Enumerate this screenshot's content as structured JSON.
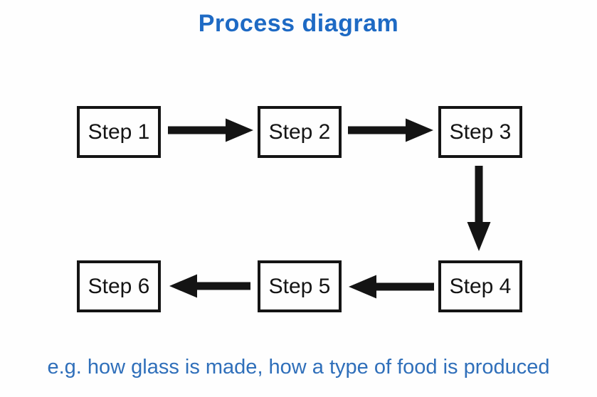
{
  "title": "Process diagram",
  "caption": "e.g. how glass is made, how a type of food is produced",
  "diagram": {
    "type": "flowchart",
    "steps": [
      {
        "label": "Step 1"
      },
      {
        "label": "Step 2"
      },
      {
        "label": "Step 3"
      },
      {
        "label": "Step 4"
      },
      {
        "label": "Step 5"
      },
      {
        "label": "Step 6"
      }
    ],
    "arrows": [
      {
        "from": "Step 1",
        "to": "Step 2",
        "direction": "right"
      },
      {
        "from": "Step 2",
        "to": "Step 3",
        "direction": "right"
      },
      {
        "from": "Step 3",
        "to": "Step 4",
        "direction": "down"
      },
      {
        "from": "Step 4",
        "to": "Step 5",
        "direction": "left"
      },
      {
        "from": "Step 5",
        "to": "Step 6",
        "direction": "left"
      }
    ]
  },
  "colors": {
    "title_blue": "#1e6ac4",
    "caption_blue": "#2f6fba",
    "ink": "#141414",
    "background": "#fefefe"
  }
}
